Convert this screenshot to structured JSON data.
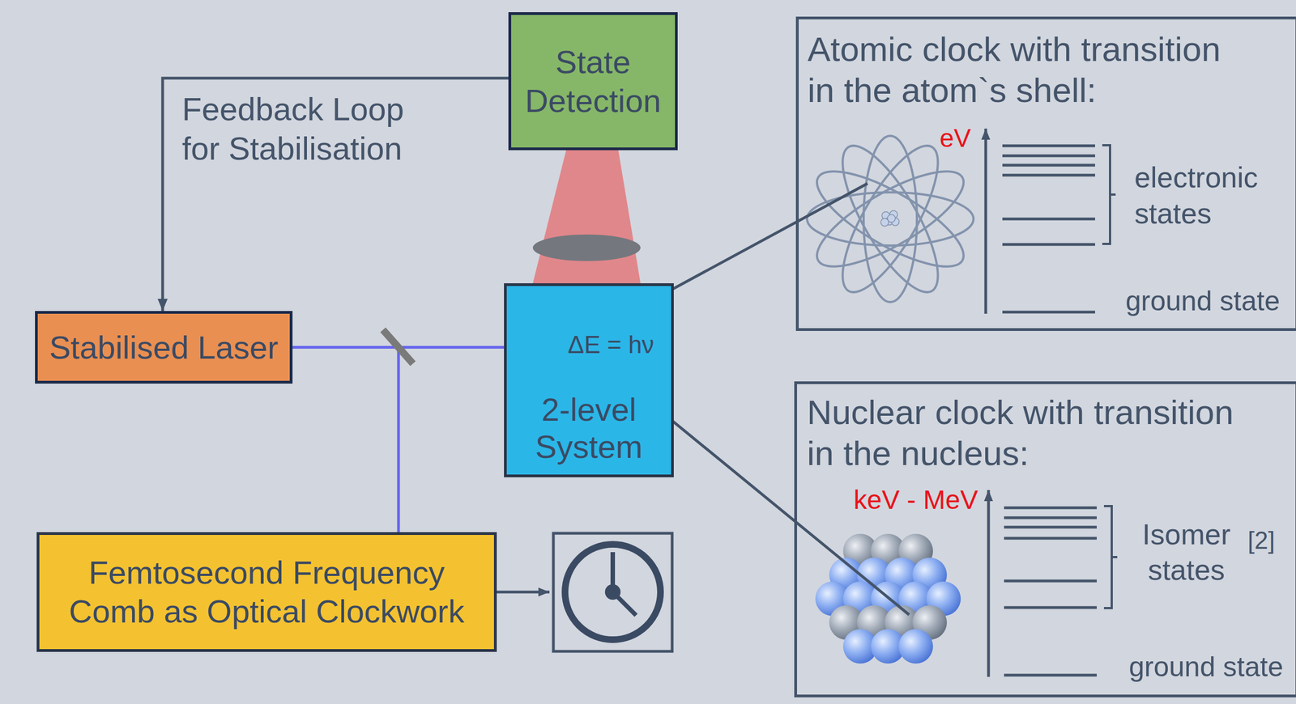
{
  "diagram": {
    "nodes": [
      {
        "text": [
          "State Detection"
        ]
      },
      {
        "text": [
          "Stabilised Laser"
        ]
      },
      {
        "text": [
          "ΔE = hν",
          "2-level System"
        ]
      },
      {
        "text": [
          "Femtosecond Frequency Comb as Optical Clockwork"
        ]
      },
      {
        "text": [
          "Atomic clock with transition in the atom`s shell:",
          "eV",
          "electronic states",
          "ground state"
        ]
      },
      {
        "text": [
          "Nuclear clock with transition in the nucleus:",
          "keV - MeV",
          "Isomer states",
          "[2]",
          "ground state"
        ]
      }
    ],
    "edges": [
      {
        "from": 0,
        "to": 1,
        "arrow": "to",
        "label": "Feedback Loop for Stabilisation"
      },
      {
        "from": 1,
        "to": 2,
        "arrow": "none"
      },
      {
        "from": 3,
        "to": 1,
        "arrow": "none"
      },
      {
        "from": 4,
        "to": 2,
        "arrow": "to"
      },
      {
        "from": 5,
        "to": 2,
        "arrow": "to"
      }
    ]
  }
}
